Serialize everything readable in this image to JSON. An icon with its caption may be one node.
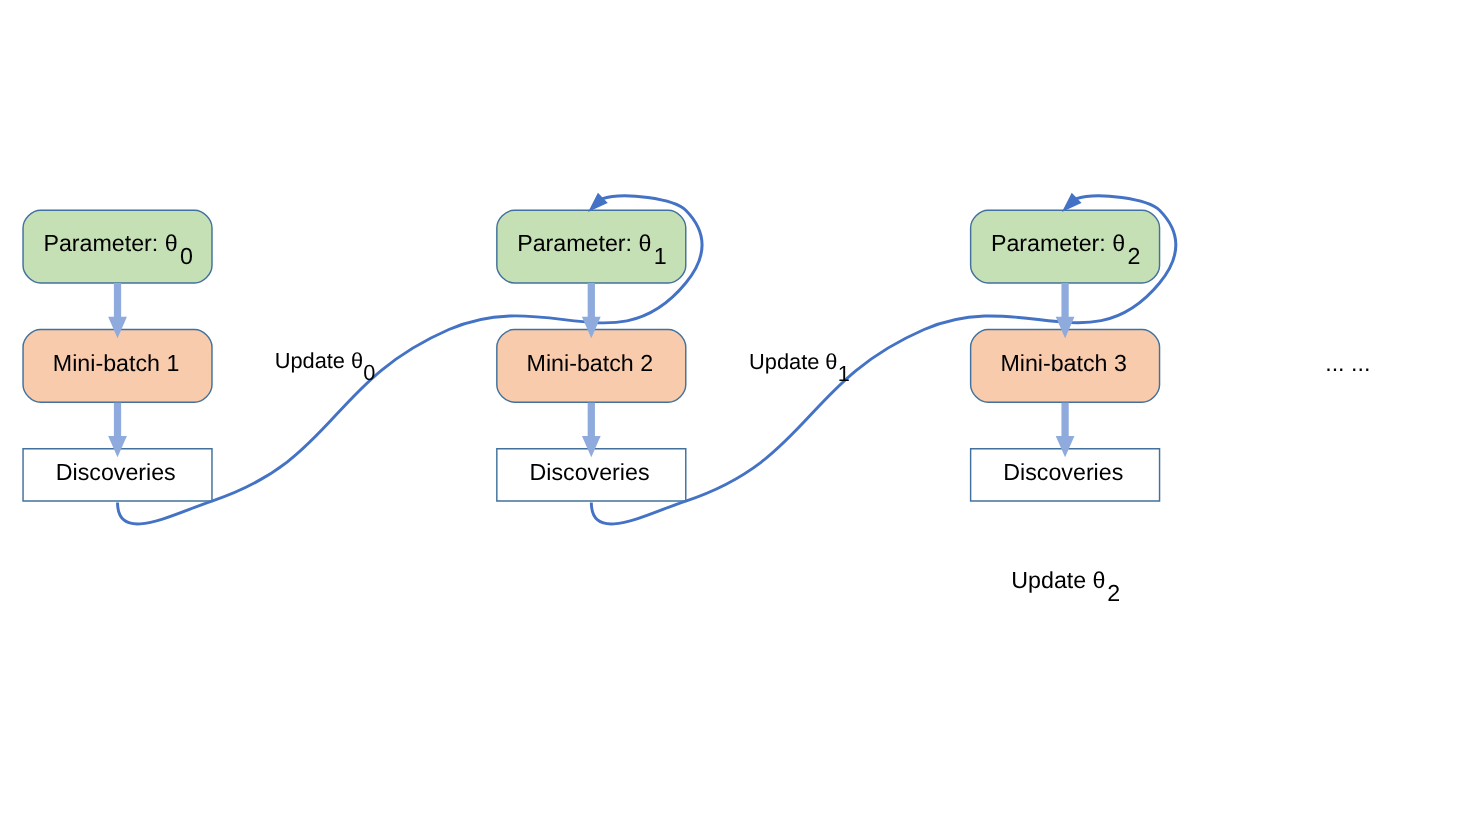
{
  "diagram": {
    "nodes": [
      {
        "text": [
          "Parameter: θ$_{0}$"
        ]
      },
      {
        "text": [
          "Mini-batch 1"
        ]
      },
      {
        "text": [
          "Discoveries"
        ]
      },
      {
        "text": [
          "Parameter: θ$_{1}$"
        ]
      },
      {
        "text": [
          "Mini-batch 2"
        ]
      },
      {
        "text": [
          "Discoveries"
        ]
      },
      {
        "text": [
          "Parameter: θ$_{2}$"
        ]
      },
      {
        "text": [
          "Mini-batch 3"
        ]
      },
      {
        "text": [
          "Discoveries"
        ]
      }
    ],
    "edges": [
      {
        "from": 0,
        "to": 1,
        "arrow": "to"
      },
      {
        "from": 1,
        "to": 2,
        "arrow": "to"
      },
      {
        "from": 2,
        "to": 3,
        "arrow": "to",
        "label": "Update θ$_{0}$",
        "color": "#4472c4"
      },
      {
        "from": 3,
        "to": 4,
        "arrow": "to"
      },
      {
        "from": 4,
        "to": 5,
        "arrow": "to"
      },
      {
        "from": 5,
        "to": 6,
        "arrow": "to",
        "label": "Update θ$_{1}$",
        "color": "#4472c4"
      },
      {
        "from": 6,
        "to": 7,
        "arrow": "to"
      },
      {
        "from": 7,
        "to": 8,
        "arrow": "to"
      }
    ],
    "labels": [
      "... ...",
      "Update θ$_{2}$"
    ]
  }
}
